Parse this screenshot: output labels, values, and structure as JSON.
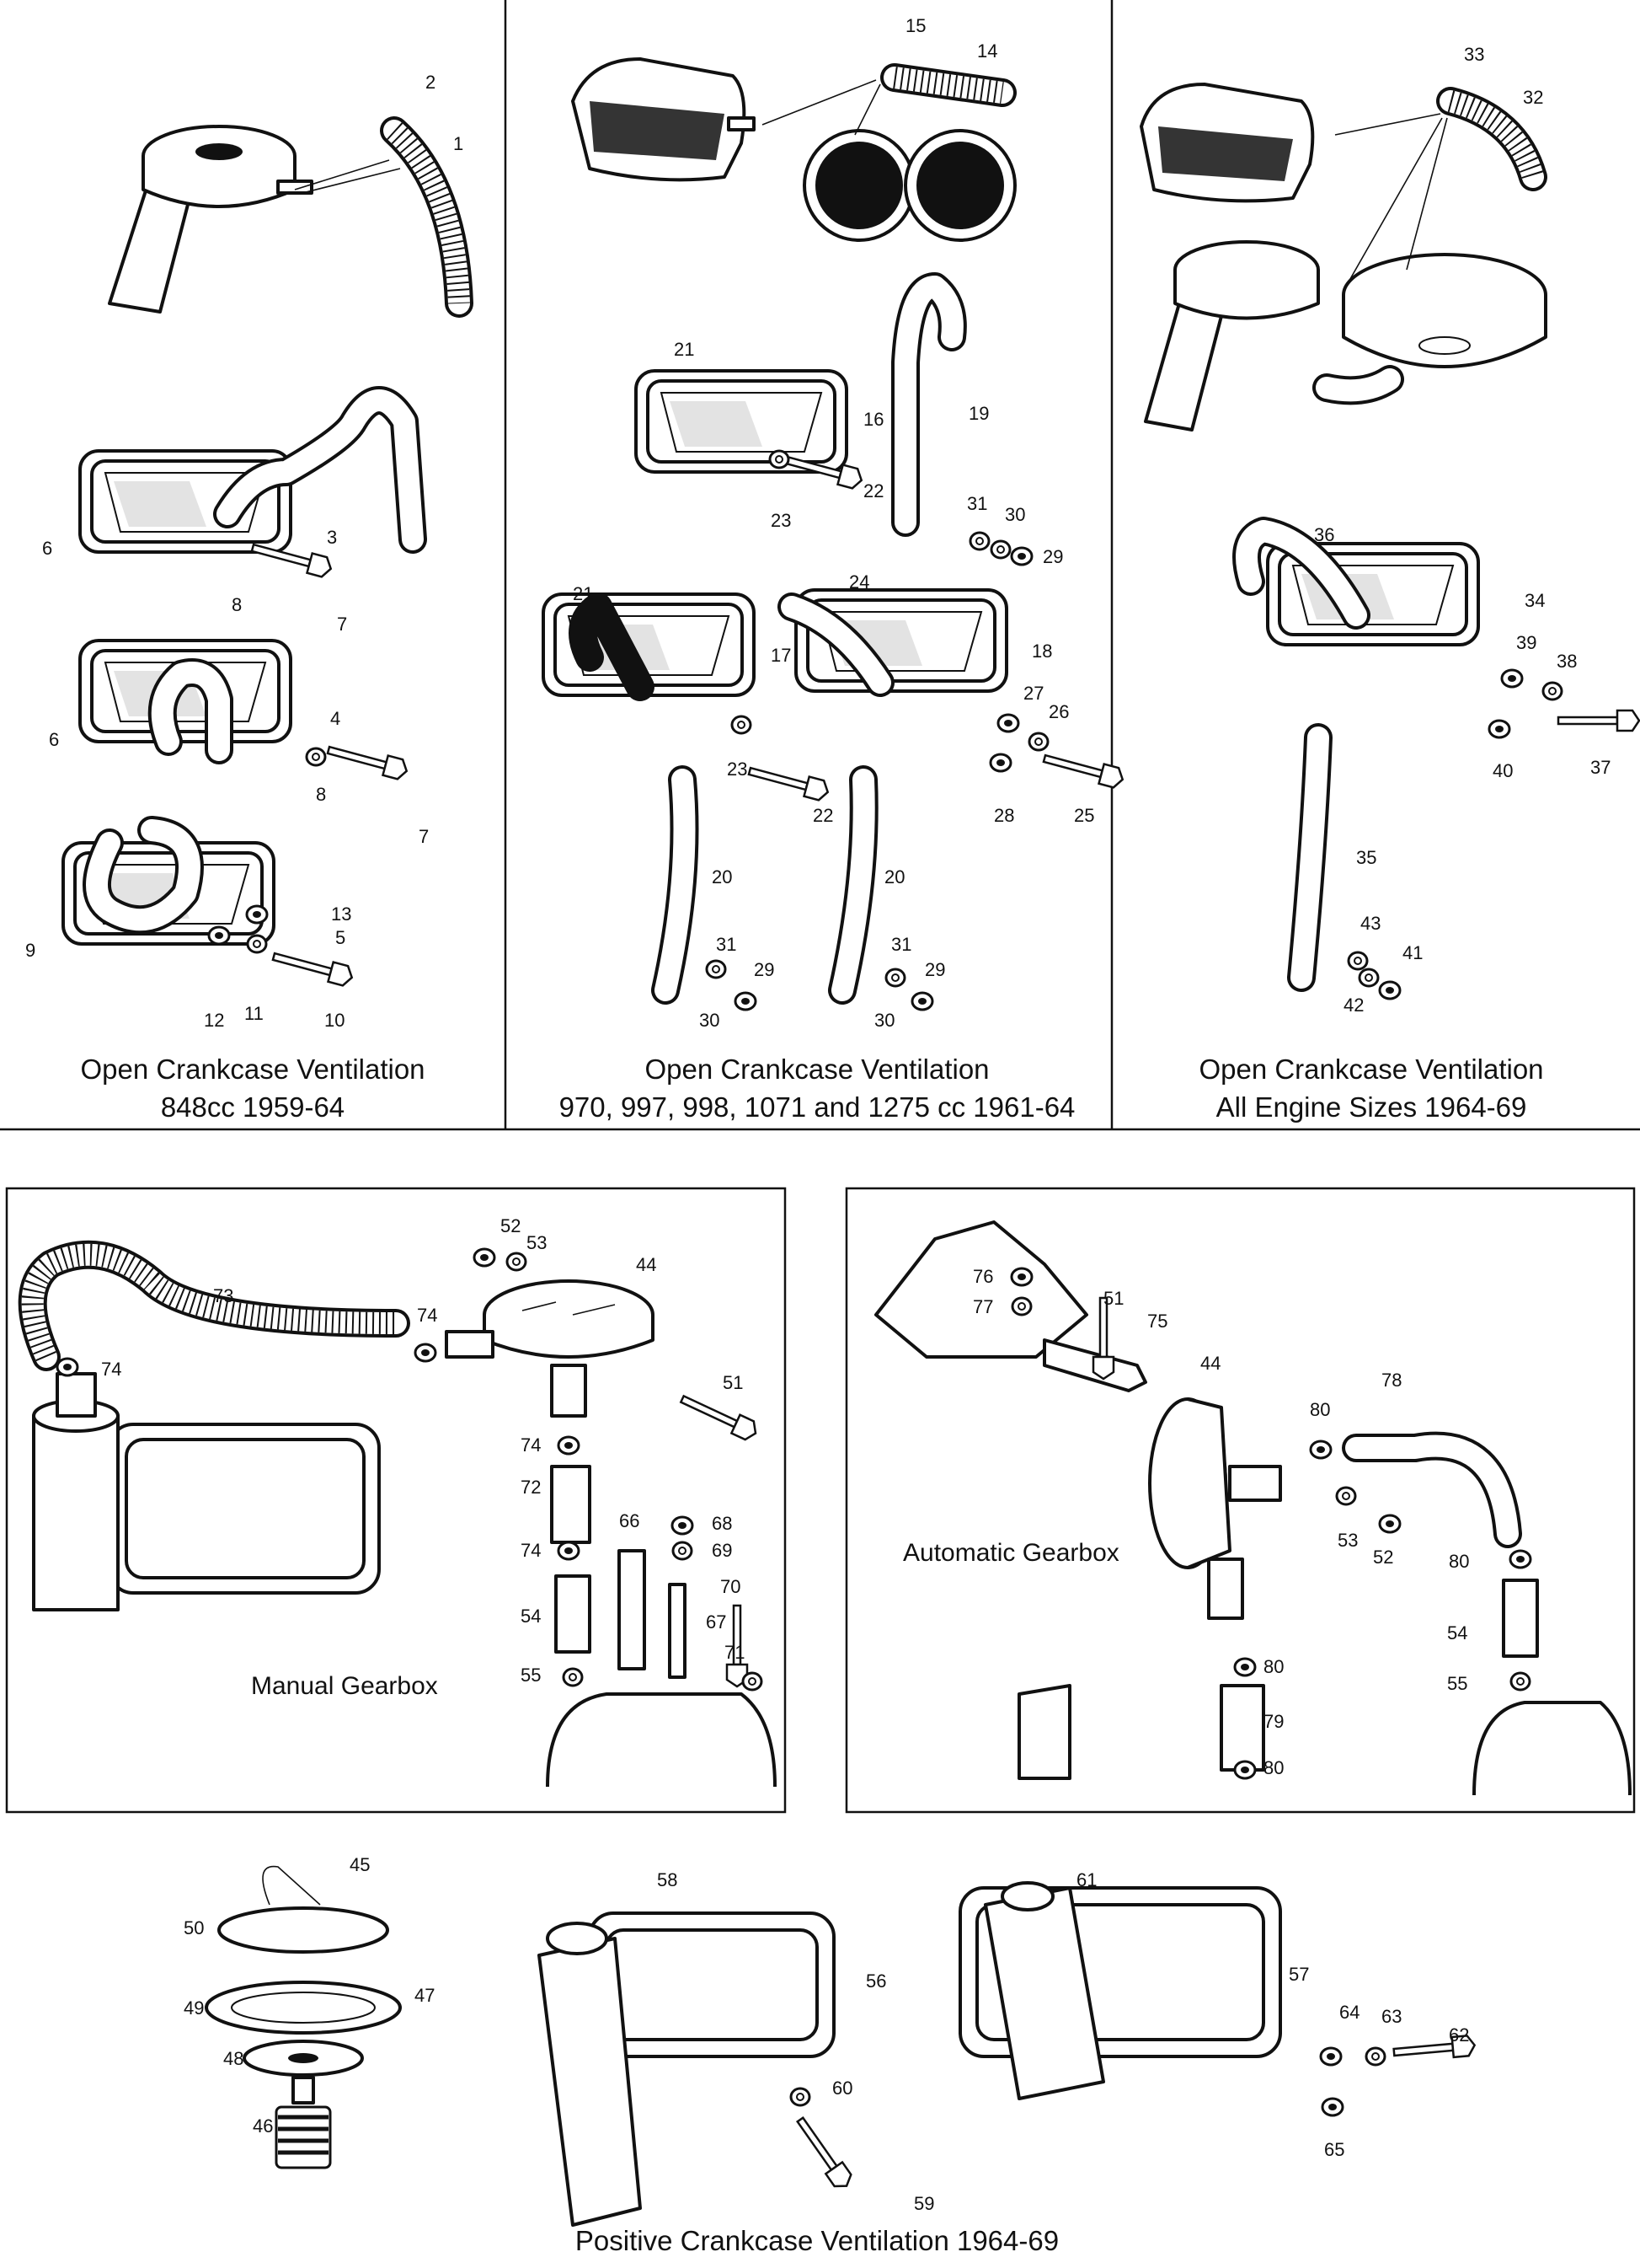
{
  "panels": {
    "ocv_848": {
      "caption_line1": "Open Crankcase Ventilation",
      "caption_line2": "848cc 1959-64",
      "callouts": [
        "1",
        "2",
        "3",
        "4",
        "5",
        "6",
        "6",
        "7",
        "7",
        "8",
        "8",
        "9",
        "10",
        "11",
        "12",
        "13"
      ]
    },
    "ocv_970": {
      "caption_line1": "Open Crankcase Ventilation",
      "caption_line2": "970, 997, 998, 1071 and 1275 cc 1961-64",
      "callouts": [
        "14",
        "15",
        "16",
        "17",
        "18",
        "19",
        "20",
        "20",
        "21",
        "21",
        "22",
        "22",
        "23",
        "23",
        "24",
        "25",
        "26",
        "27",
        "28",
        "29",
        "29",
        "29",
        "30",
        "30",
        "30",
        "31",
        "31",
        "31"
      ]
    },
    "ocv_all": {
      "caption_line1": "Open Crankcase Ventilation",
      "caption_line2": "All Engine Sizes 1964-69",
      "callouts": [
        "32",
        "33",
        "34",
        "35",
        "36",
        "37",
        "38",
        "39",
        "40",
        "41",
        "42",
        "43"
      ]
    },
    "manual_gearbox": {
      "label": "Manual Gearbox",
      "callouts": [
        "44",
        "51",
        "52",
        "53",
        "54",
        "55",
        "66",
        "67",
        "68",
        "69",
        "70",
        "71",
        "72",
        "73",
        "74",
        "74",
        "74",
        "74"
      ]
    },
    "automatic_gearbox": {
      "label": "Automatic Gearbox",
      "callouts": [
        "44",
        "51",
        "52",
        "53",
        "54",
        "55",
        "75",
        "76",
        "77",
        "78",
        "79",
        "80",
        "80",
        "80",
        "80"
      ]
    },
    "pcv": {
      "caption": "Positive Crankcase Ventilation 1964-69",
      "callouts": [
        "45",
        "46",
        "47",
        "48",
        "49",
        "50",
        "56",
        "57",
        "58",
        "59",
        "60",
        "61",
        "62",
        "63",
        "64",
        "65"
      ]
    }
  },
  "icons": [
    "breather-hose-icon",
    "rocker-cover-icon",
    "air-cleaner-icon",
    "bolt-icon",
    "washer-icon",
    "nut-icon",
    "valve-icon",
    "spring-icon"
  ]
}
